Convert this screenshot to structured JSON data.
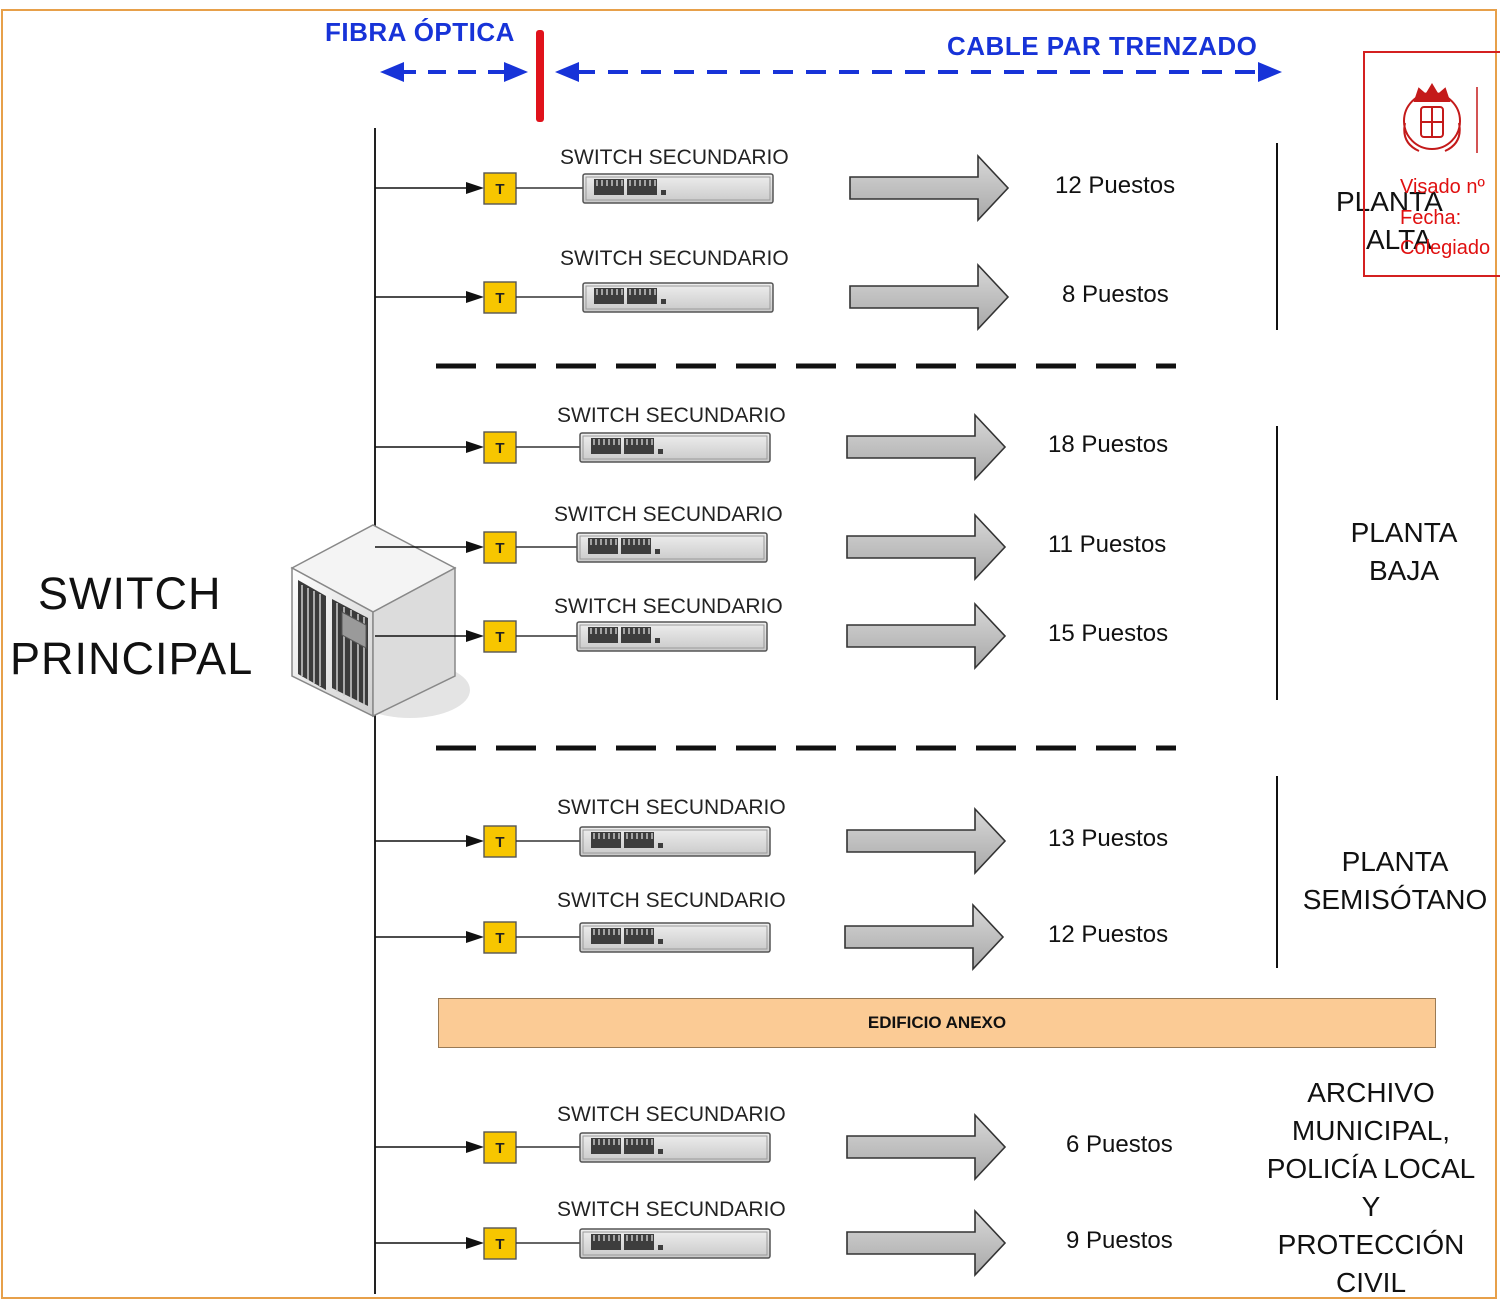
{
  "header": {
    "fibra_label": "FIBRA ÓPTICA",
    "cable_label": "CABLE PAR TRENZADO"
  },
  "main_switch": {
    "line1": "SWITCH",
    "line2": "PRINCIPAL"
  },
  "tap_label": "T",
  "rows": [
    {
      "title": "SWITCH SECUNDARIO",
      "puestos": "12 Puestos"
    },
    {
      "title": "SWITCH SECUNDARIO",
      "puestos": "8 Puestos"
    },
    {
      "title": "SWITCH SECUNDARIO",
      "puestos": "18 Puestos"
    },
    {
      "title": "SWITCH SECUNDARIO",
      "puestos": "11 Puestos"
    },
    {
      "title": "SWITCH SECUNDARIO",
      "puestos": "15 Puestos"
    },
    {
      "title": "SWITCH SECUNDARIO",
      "puestos": "13 Puestos"
    },
    {
      "title": "SWITCH SECUNDARIO",
      "puestos": "12 Puestos"
    },
    {
      "title": "SWITCH SECUNDARIO",
      "puestos": "6 Puestos"
    },
    {
      "title": "SWITCH SECUNDARIO",
      "puestos": "9 Puestos"
    }
  ],
  "zones": {
    "alta": [
      "PLANTA",
      "ALTA"
    ],
    "baja": [
      "PLANTA",
      "BAJA"
    ],
    "semisotano": [
      "PLANTA",
      "SEMISÓTANO"
    ],
    "archivo": [
      "ARCHIVO",
      "MUNICIPAL,",
      "POLICÍA LOCAL",
      "Y",
      "PROTECCIÓN",
      "CIVIL"
    ]
  },
  "annex_label": "EDIFICIO ANEXO",
  "visado": {
    "line1": "Visado nº",
    "line2": "Fecha:",
    "line3": "Colegiado"
  },
  "colors": {
    "fiber_arrows": "#1733d8",
    "divider": "#e0121b",
    "tap_fill": "#f7c600",
    "annex_fill": "#fbcb95",
    "stamp": "#d42020"
  }
}
